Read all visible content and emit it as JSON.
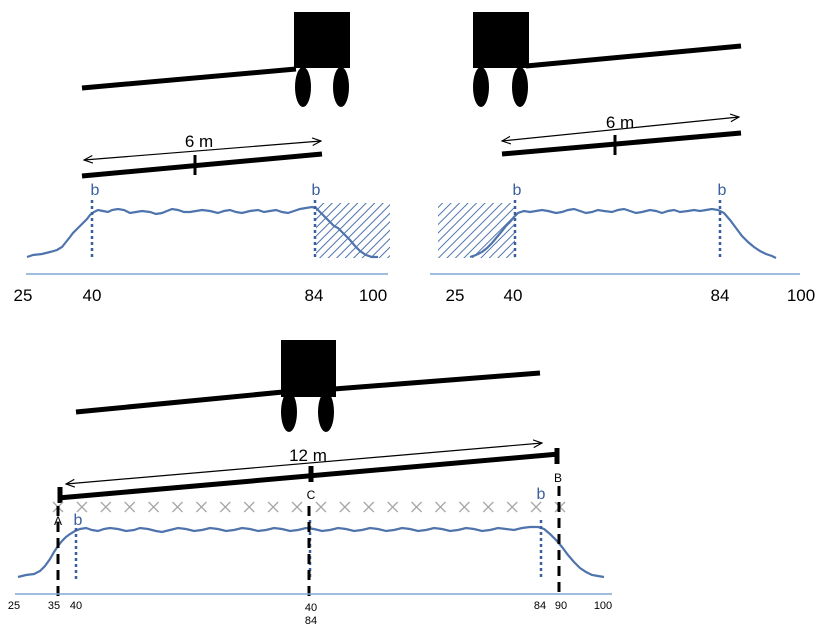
{
  "colors": {
    "profile": "#4f74ad",
    "b_marker": "#3a5f9e",
    "baseline": "#7fa8d0",
    "hatch": "#4f74ad",
    "x_marker": "#a6a6a6",
    "ink": "#000000"
  },
  "top_left": {
    "dimension": "6 m",
    "b_markers": [
      "b",
      "b"
    ],
    "axis_ticks": [
      "25",
      "40",
      "84",
      "100"
    ]
  },
  "top_right": {
    "dimension": "6 m",
    "b_markers": [
      "b",
      "b"
    ],
    "axis_ticks": [
      "25",
      "40",
      "84",
      "100"
    ]
  },
  "bottom": {
    "dimension": "12 m",
    "points": [
      "A",
      "C",
      "B"
    ],
    "b_markers": [
      "b",
      "b"
    ],
    "axis_ticks": [
      "25",
      "35",
      "40",
      "40",
      "84",
      "84",
      "90",
      "100"
    ],
    "x_marker_count": 22
  }
}
